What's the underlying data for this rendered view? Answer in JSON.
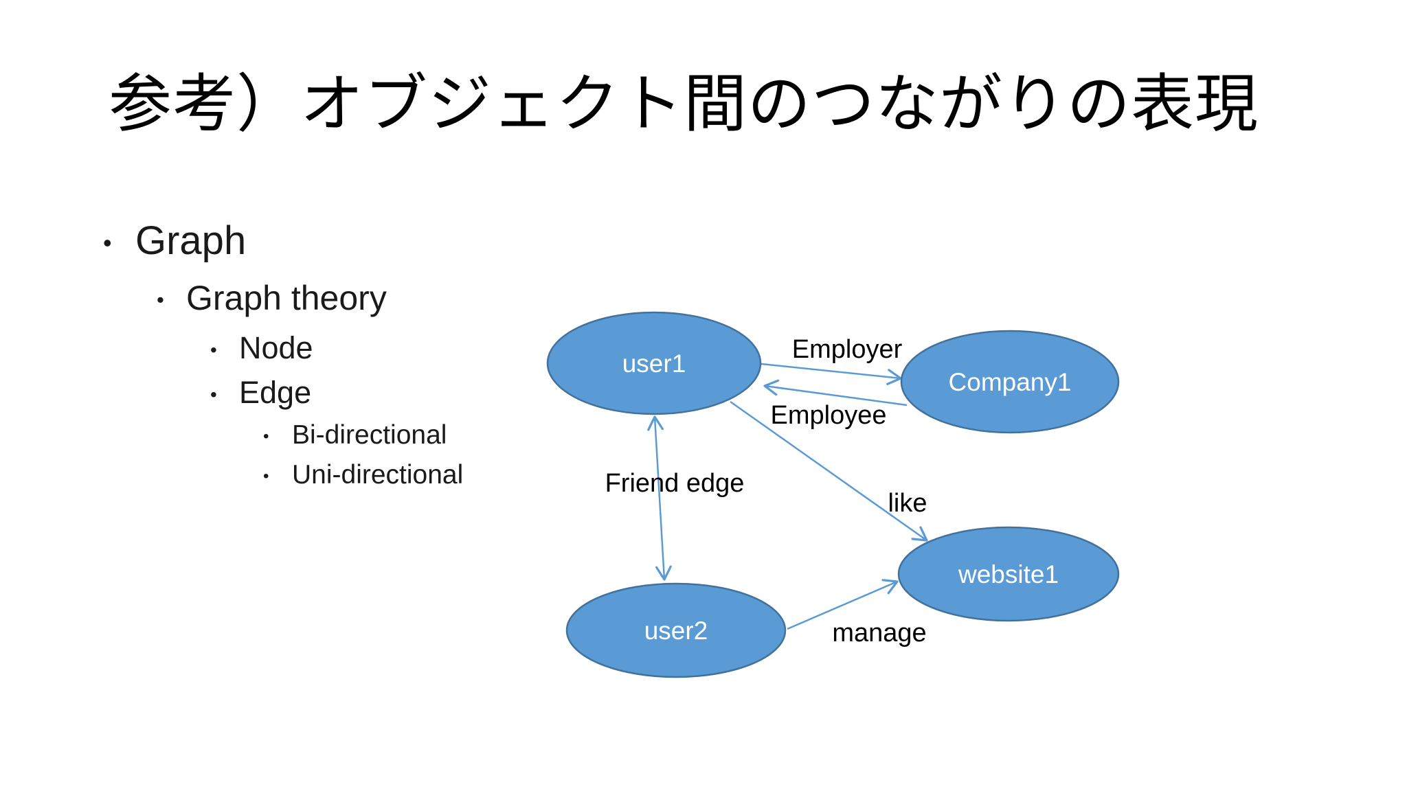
{
  "slide": {
    "title": "参考）オブジェクト間のつながりの表現",
    "bullet_char": "•",
    "bullets": [
      {
        "level": 1,
        "label": "Graph"
      },
      {
        "level": 2,
        "label": "Graph theory"
      },
      {
        "level": 3,
        "label": "Node"
      },
      {
        "level": 3,
        "label": "Edge"
      },
      {
        "level": 4,
        "label": "Bi-directional"
      },
      {
        "level": 4,
        "label": "Uni-directional"
      }
    ]
  },
  "diagram": {
    "nodes": [
      {
        "id": "user1",
        "label": "user1"
      },
      {
        "id": "company1",
        "label": "Company1"
      },
      {
        "id": "user2",
        "label": "user2"
      },
      {
        "id": "website1",
        "label": "website1"
      }
    ],
    "edges": [
      {
        "label": "Employer",
        "from": "user1",
        "to": "company1",
        "direction": "one-way"
      },
      {
        "label": "Employee",
        "from": "company1",
        "to": "user1",
        "direction": "one-way"
      },
      {
        "label": "Friend edge",
        "from": "user1",
        "to": "user2",
        "direction": "two-way"
      },
      {
        "label": "like",
        "from": "user1",
        "to": "website1",
        "direction": "one-way"
      },
      {
        "label": "manage",
        "from": "user2",
        "to": "website1",
        "direction": "one-way"
      }
    ],
    "colors": {
      "node_fill": "#5b9bd5",
      "node_stroke": "#41719c",
      "edge_line": "#5b9bd5",
      "node_label": "#ffffff",
      "edge_label": "#000000",
      "title_text": "#000000",
      "body_text": "#1a1a1a",
      "background": "#ffffff"
    }
  }
}
